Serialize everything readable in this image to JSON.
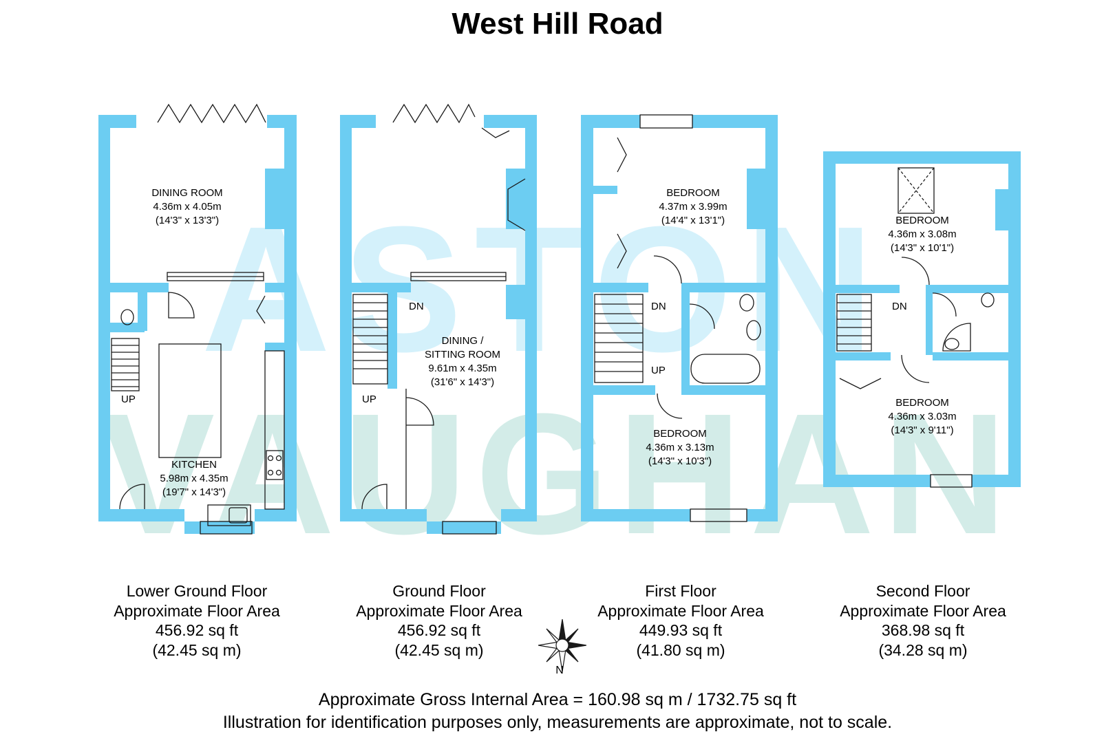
{
  "title": "West Hill Road",
  "watermark": [
    "ASTON",
    "VAUGHAN"
  ],
  "colors": {
    "wall": "#6ccdf2",
    "line": "#1a1a1a",
    "watermark_a": "#d4f1fb",
    "watermark_b": "#d3ece8"
  },
  "floors": [
    {
      "name": "Lower Ground Floor",
      "area_label": "Approximate Floor Area",
      "area_sqft": "456.92 sq ft",
      "area_sqm": "(42.45 sq m)",
      "rooms": [
        {
          "name": "DINING ROOM",
          "metric": "4.36m x 4.05m",
          "imperial": "(14'3\" x 13'3\")"
        },
        {
          "name": "KITCHEN",
          "metric": "5.98m x 4.35m",
          "imperial": "(19'7\" x 14'3\")"
        }
      ],
      "markers": [
        "UP"
      ]
    },
    {
      "name": "Ground Floor",
      "area_label": "Approximate Floor Area",
      "area_sqft": "456.92 sq ft",
      "area_sqm": "(42.45 sq m)",
      "rooms": [
        {
          "name": "DINING /",
          "name2": "SITTING ROOM",
          "metric": "9.61m x 4.35m",
          "imperial": "(31'6\" x 14'3\")"
        }
      ],
      "markers": [
        "DN",
        "UP"
      ]
    },
    {
      "name": "First Floor",
      "area_label": "Approximate Floor Area",
      "area_sqft": "449.93 sq ft",
      "area_sqm": "(41.80 sq m)",
      "rooms": [
        {
          "name": "BEDROOM",
          "metric": "4.37m x 3.99m",
          "imperial": "(14'4\" x 13'1\")"
        },
        {
          "name": "BEDROOM",
          "metric": "4.36m x 3.13m",
          "imperial": "(14'3\" x 10'3\")"
        }
      ],
      "markers": [
        "DN",
        "UP"
      ]
    },
    {
      "name": "Second Floor",
      "area_label": "Approximate Floor Area",
      "area_sqft": "368.98 sq ft",
      "area_sqm": "(34.28 sq m)",
      "rooms": [
        {
          "name": "BEDROOM",
          "metric": "4.36m x 3.08m",
          "imperial": "(14'3\" x 10'1\")"
        },
        {
          "name": "BEDROOM",
          "metric": "4.36m x 3.03m",
          "imperial": "(14'3\" x 9'11\")"
        }
      ],
      "markers": [
        "DN"
      ]
    }
  ],
  "compass_label": "N",
  "gross_area": "Approximate Gross Internal Area = 160.98 sq m / 1732.75 sq ft",
  "disclaimer": "Illustration for identification purposes only, measurements are approximate, not to scale."
}
